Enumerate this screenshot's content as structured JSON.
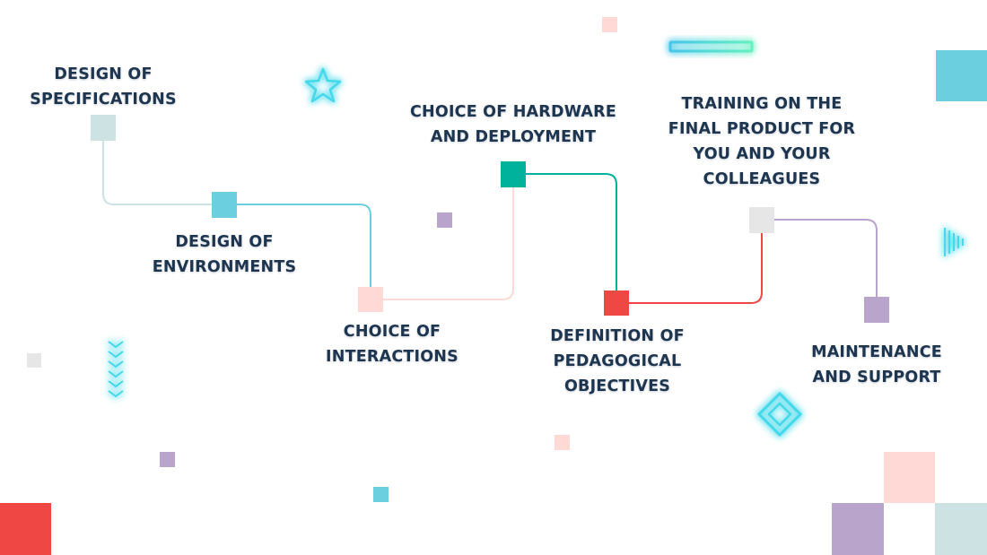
{
  "colors": {
    "text": "#1e3550",
    "teal": "#6ccfdf",
    "dark_teal": "#00b19b",
    "red": "#ee4744",
    "pink": "#ffd9d6",
    "lavender": "#b9a4cb",
    "light_gray": "#e6e6e6",
    "mint_gray": "#cde3e3",
    "glow": "#44e0ea"
  },
  "steps": [
    {
      "id": "design-of-specifications",
      "lines": [
        "DESIGN OF",
        "SPECIFICATIONS"
      ]
    },
    {
      "id": "design-of-environments",
      "lines": [
        "DESIGN OF",
        "ENVIRONMENTS"
      ]
    },
    {
      "id": "choice-of-interactions",
      "lines": [
        "CHOICE OF",
        "INTERACTIONS"
      ]
    },
    {
      "id": "choice-of-hardware",
      "lines": [
        "CHOICE OF HARDWARE",
        "AND DEPLOYMENT"
      ]
    },
    {
      "id": "definition-of-objectives",
      "lines": [
        "DEFINITION OF",
        "PEDAGOGICAL",
        "OBJECTIVES"
      ]
    },
    {
      "id": "training",
      "lines": [
        "TRAINING ON THE",
        "FINAL PRODUCT FOR",
        "YOU AND YOUR",
        "COLLEAGUES"
      ]
    },
    {
      "id": "maintenance",
      "lines": [
        "MAINTENANCE",
        "AND SUPPORT"
      ]
    }
  ],
  "decorations": [
    "star-icon",
    "bar-icon",
    "triangle-icon",
    "chevrons-icon",
    "diamond-icon"
  ]
}
